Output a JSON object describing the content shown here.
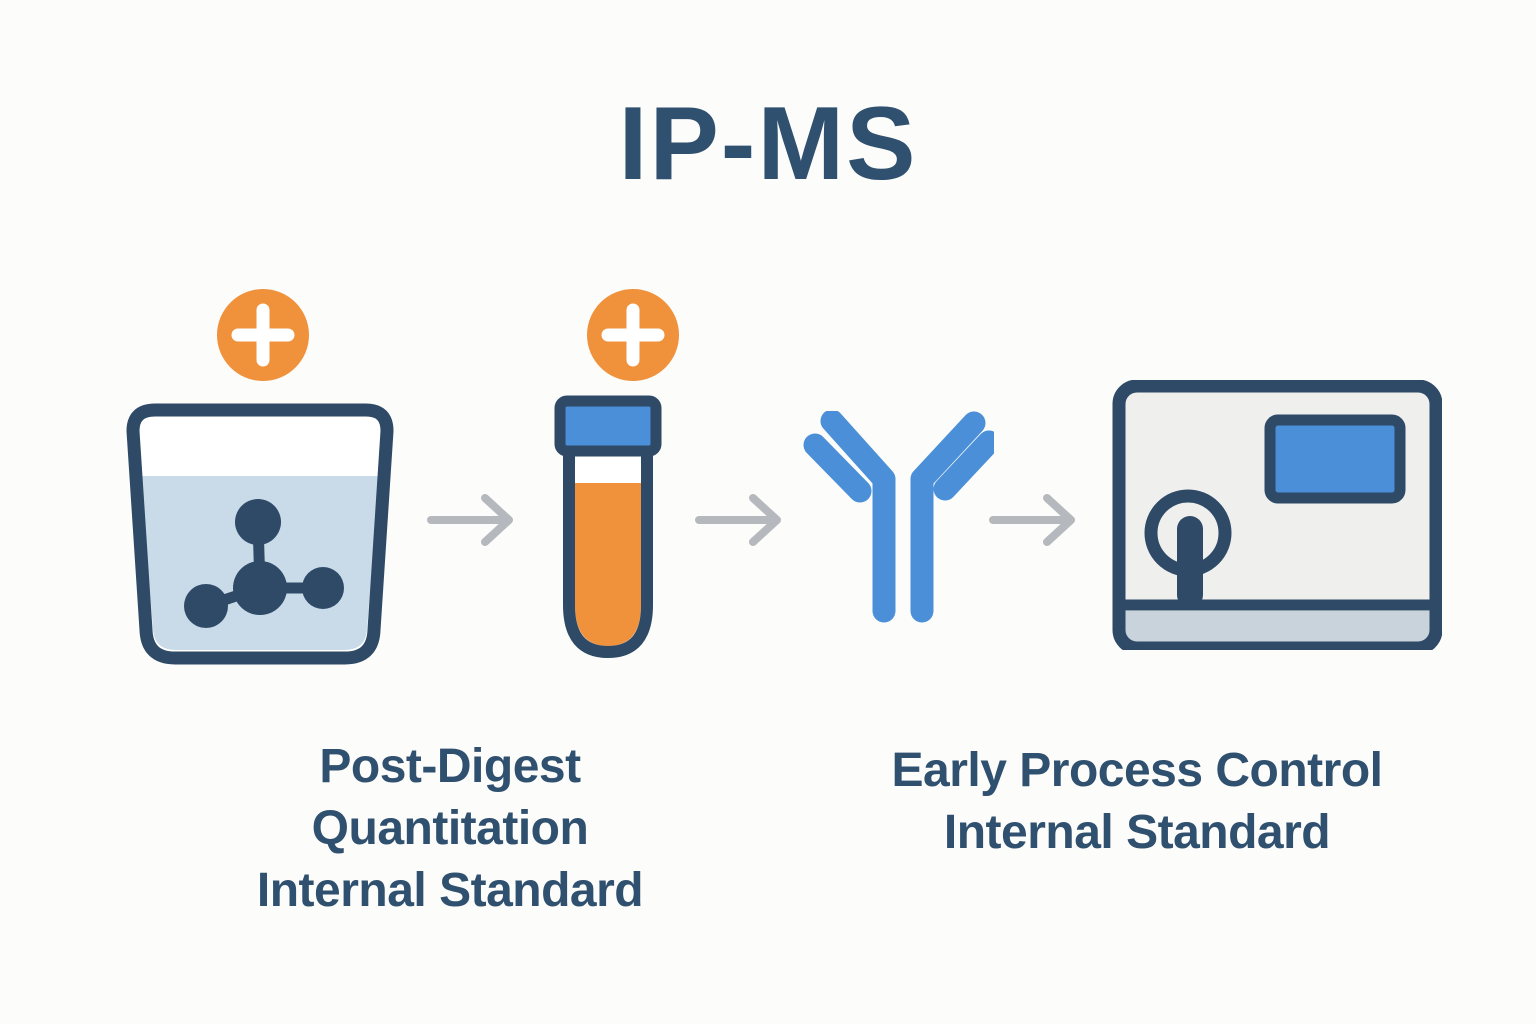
{
  "title": "IP-MS",
  "labels": {
    "left": {
      "lines": [
        "Post-Digest",
        "Quantitation",
        "Internal Standard"
      ]
    },
    "right": {
      "lines": [
        "Early Process Control",
        "Internal Standard"
      ]
    }
  },
  "icons": {
    "plus_left": "add-plus-icon",
    "plus_right": "add-plus-icon",
    "beaker": "sample-container-with-molecule-icon",
    "tube": "test-tube-icon",
    "antibody": "antibody-icon",
    "instrument": "mass-spectrometer-icon",
    "arrows": "arrow-right-icon"
  },
  "colors": {
    "background": "#FCFCFA",
    "navy": "#2E4A66",
    "text": "#30506F",
    "orange": "#F0913C",
    "blue": "#4A8FD8",
    "liquid_blue": "#C9DBE9",
    "instrument_body": "#EFEFED",
    "instrument_base": "#C9D3DC",
    "arrow_gray": "#B5B9BE",
    "white": "#FFFFFF"
  }
}
